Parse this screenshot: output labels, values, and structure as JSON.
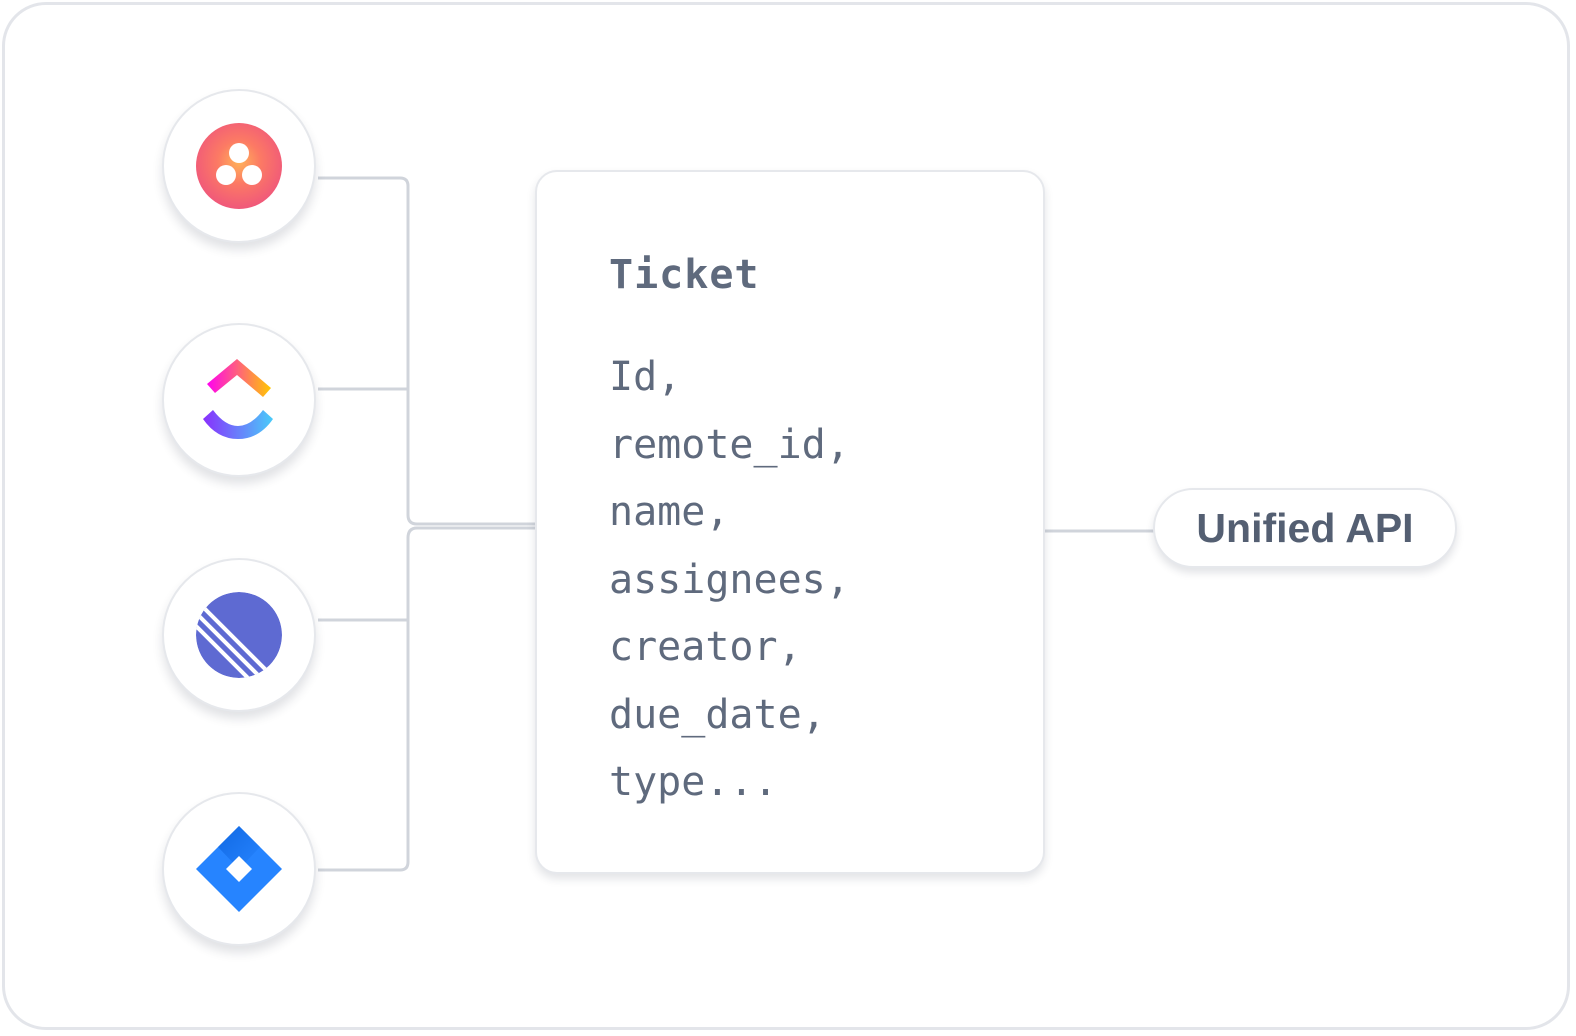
{
  "colors": {
    "frame_border": "#e3e5ea",
    "connector": "#d0d4db",
    "text": "#5f6a7d",
    "asana": "#f06a6a",
    "clickup_top": "#ff02f0",
    "clickup_bottom": "#8930fd",
    "linear": "#5e6ad2",
    "jira": "#2684ff"
  },
  "integrations": [
    {
      "name": "Asana",
      "icon": "asana-logo-icon"
    },
    {
      "name": "ClickUp",
      "icon": "clickup-logo-icon"
    },
    {
      "name": "Linear",
      "icon": "linear-logo-icon"
    },
    {
      "name": "Jira",
      "icon": "jira-logo-icon"
    }
  ],
  "ticket": {
    "title": "Ticket",
    "fields": [
      "Id,",
      "remote_id,",
      "name,",
      "assignees,",
      "creator,",
      "due_date,",
      "type..."
    ]
  },
  "api": {
    "label": "Unified API"
  }
}
